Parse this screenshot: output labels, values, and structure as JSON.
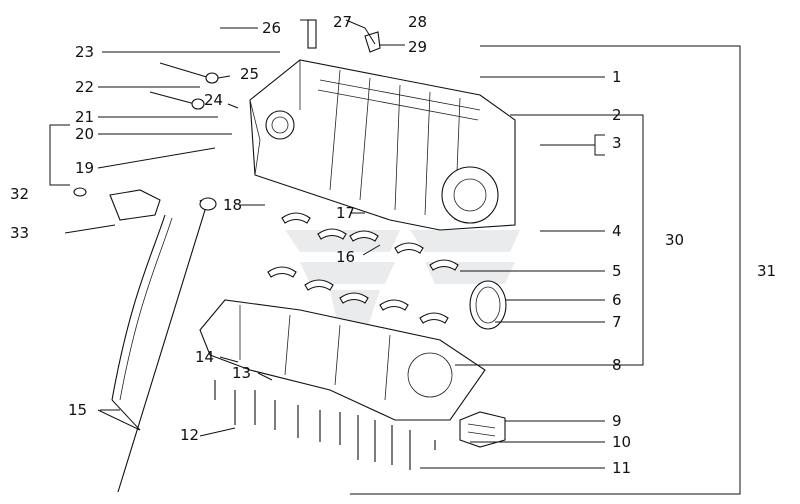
{
  "diagram": {
    "callouts": [
      {
        "id": "1",
        "label": "1"
      },
      {
        "id": "2",
        "label": "2"
      },
      {
        "id": "3",
        "label": "3"
      },
      {
        "id": "4",
        "label": "4"
      },
      {
        "id": "5",
        "label": "5"
      },
      {
        "id": "6",
        "label": "6"
      },
      {
        "id": "7",
        "label": "7"
      },
      {
        "id": "8",
        "label": "8"
      },
      {
        "id": "9",
        "label": "9"
      },
      {
        "id": "10",
        "label": "10"
      },
      {
        "id": "11",
        "label": "11"
      },
      {
        "id": "12",
        "label": "12"
      },
      {
        "id": "13",
        "label": "13"
      },
      {
        "id": "14",
        "label": "14"
      },
      {
        "id": "15",
        "label": "15"
      },
      {
        "id": "16",
        "label": "16"
      },
      {
        "id": "17",
        "label": "17"
      },
      {
        "id": "18",
        "label": "18"
      },
      {
        "id": "19",
        "label": "19"
      },
      {
        "id": "20",
        "label": "20"
      },
      {
        "id": "21",
        "label": "21"
      },
      {
        "id": "22",
        "label": "22"
      },
      {
        "id": "23",
        "label": "23"
      },
      {
        "id": "24",
        "label": "24"
      },
      {
        "id": "25",
        "label": "25"
      },
      {
        "id": "26",
        "label": "26"
      },
      {
        "id": "27",
        "label": "27"
      },
      {
        "id": "28",
        "label": "28"
      },
      {
        "id": "29",
        "label": "29"
      },
      {
        "id": "30",
        "label": "30"
      },
      {
        "id": "31",
        "label": "31"
      },
      {
        "id": "32",
        "label": "32"
      },
      {
        "id": "33",
        "label": "33"
      }
    ],
    "colors": {
      "line": "#111111",
      "background": "#ffffff",
      "watermark": "#cfd3d8"
    }
  }
}
